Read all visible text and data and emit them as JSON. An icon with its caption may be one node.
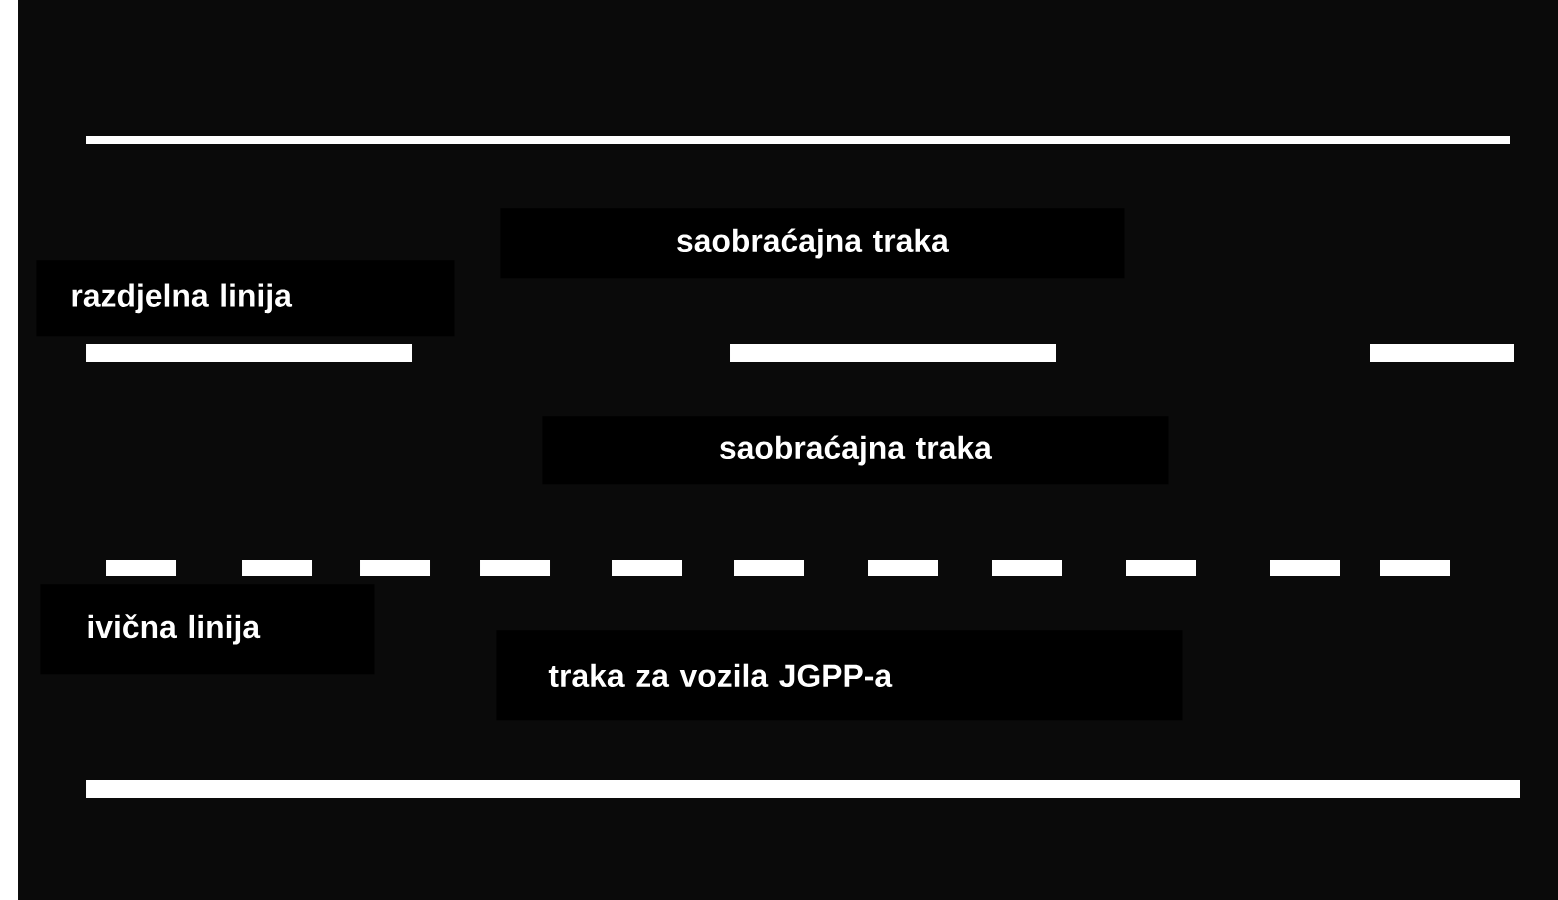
{
  "diagram": {
    "nodes": [
      {
        "text": [
          "saobraćajna traka"
        ]
      },
      {
        "text": [
          "razdjelna linija"
        ]
      },
      {
        "text": [
          "saobraćajna traka"
        ]
      },
      {
        "text": [
          "ivična linija"
        ]
      },
      {
        "text": [
          "traka za vozila JGPP-a"
        ]
      }
    ],
    "edges": []
  }
}
